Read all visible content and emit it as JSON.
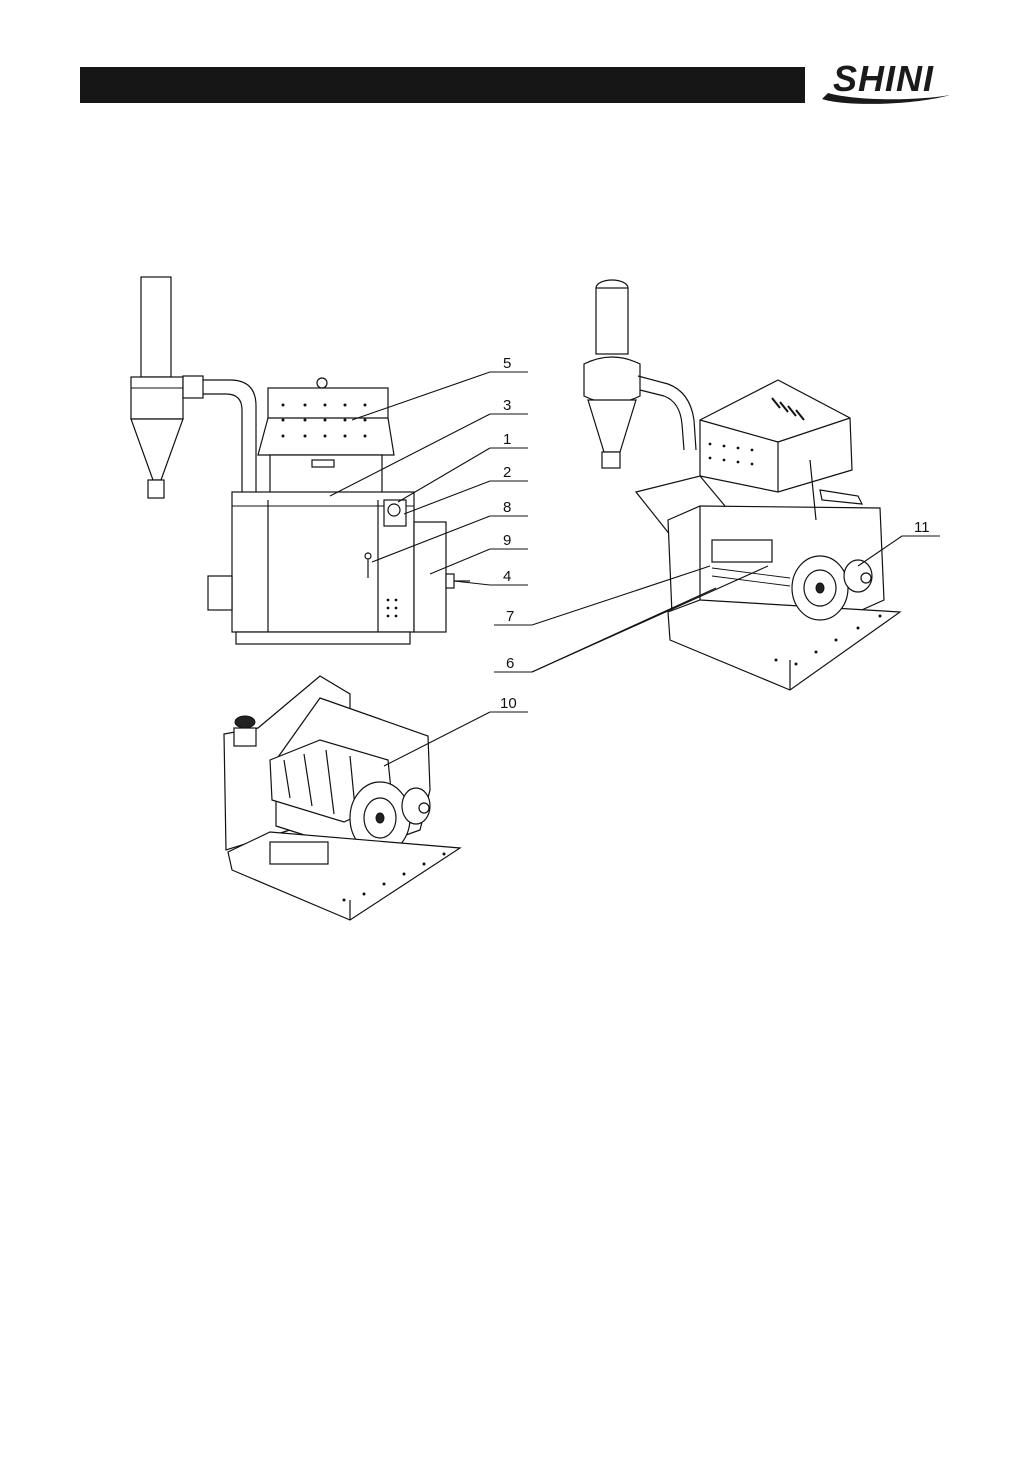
{
  "header": {
    "logo_text": "SHINI"
  },
  "callouts": [
    {
      "id": "5",
      "label": "5"
    },
    {
      "id": "3",
      "label": "3"
    },
    {
      "id": "1",
      "label": "1"
    },
    {
      "id": "2",
      "label": "2"
    },
    {
      "id": "8",
      "label": "8"
    },
    {
      "id": "9",
      "label": "9"
    },
    {
      "id": "4",
      "label": "4"
    },
    {
      "id": "7",
      "label": "7"
    },
    {
      "id": "6",
      "label": "6"
    },
    {
      "id": "10",
      "label": "10"
    },
    {
      "id": "11",
      "label": "11"
    }
  ]
}
